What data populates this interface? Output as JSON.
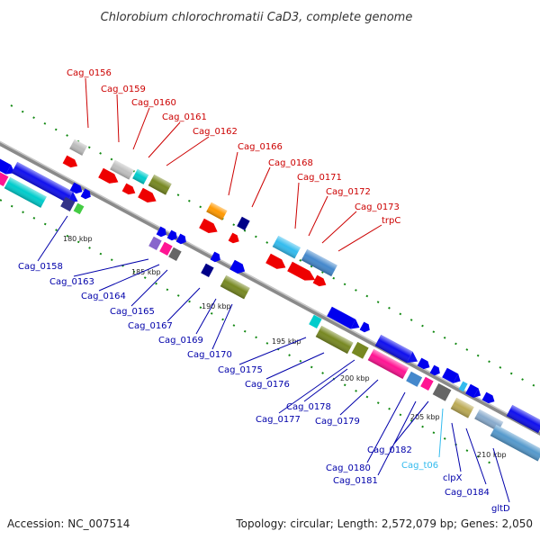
{
  "title": "Chlorobium chlorochromatii CaD3, complete genome",
  "footer": {
    "accession": "Accession: NC_007514",
    "summary": "Topology: circular; Length: 2,572,079 bp; Genes: 2,050"
  },
  "colors": {
    "forward_label": "#cc0000",
    "reverse_label": "#0000aa",
    "trna_label": "#33bbee",
    "backbone": "#888888",
    "ticks": "#118811"
  },
  "kbp_marks": [
    {
      "label": "180 kbp"
    },
    {
      "label": "185 kbp"
    },
    {
      "label": "190 kbp"
    },
    {
      "label": "195 kbp"
    },
    {
      "label": "200 kbp"
    },
    {
      "label": "205 kbp"
    },
    {
      "label": "210 kbp"
    }
  ],
  "top_labels": [
    {
      "text": "Cag_0156"
    },
    {
      "text": "Cag_0159"
    },
    {
      "text": "Cag_0160"
    },
    {
      "text": "Cag_0161"
    },
    {
      "text": "Cag_0162"
    },
    {
      "text": "Cag_0166"
    },
    {
      "text": "Cag_0168"
    },
    {
      "text": "Cag_0171"
    },
    {
      "text": "Cag_0172"
    },
    {
      "text": "Cag_0173"
    },
    {
      "text": "trpC"
    }
  ],
  "bottom_labels": [
    {
      "text": "Cag_0158"
    },
    {
      "text": "Cag_0163"
    },
    {
      "text": "Cag_0164"
    },
    {
      "text": "Cag_0165"
    },
    {
      "text": "Cag_0167"
    },
    {
      "text": "Cag_0169"
    },
    {
      "text": "Cag_0170"
    },
    {
      "text": "Cag_0175"
    },
    {
      "text": "Cag_0176"
    },
    {
      "text": "Cag_0177"
    },
    {
      "text": "Cag_0178"
    },
    {
      "text": "Cag_0179"
    },
    {
      "text": "Cag_0180"
    },
    {
      "text": "Cag_0181"
    },
    {
      "text": "Cag_0182"
    },
    {
      "text": "Cag_t06"
    },
    {
      "text": "clpX"
    },
    {
      "text": "Cag_0184"
    },
    {
      "text": "gltD"
    }
  ]
}
